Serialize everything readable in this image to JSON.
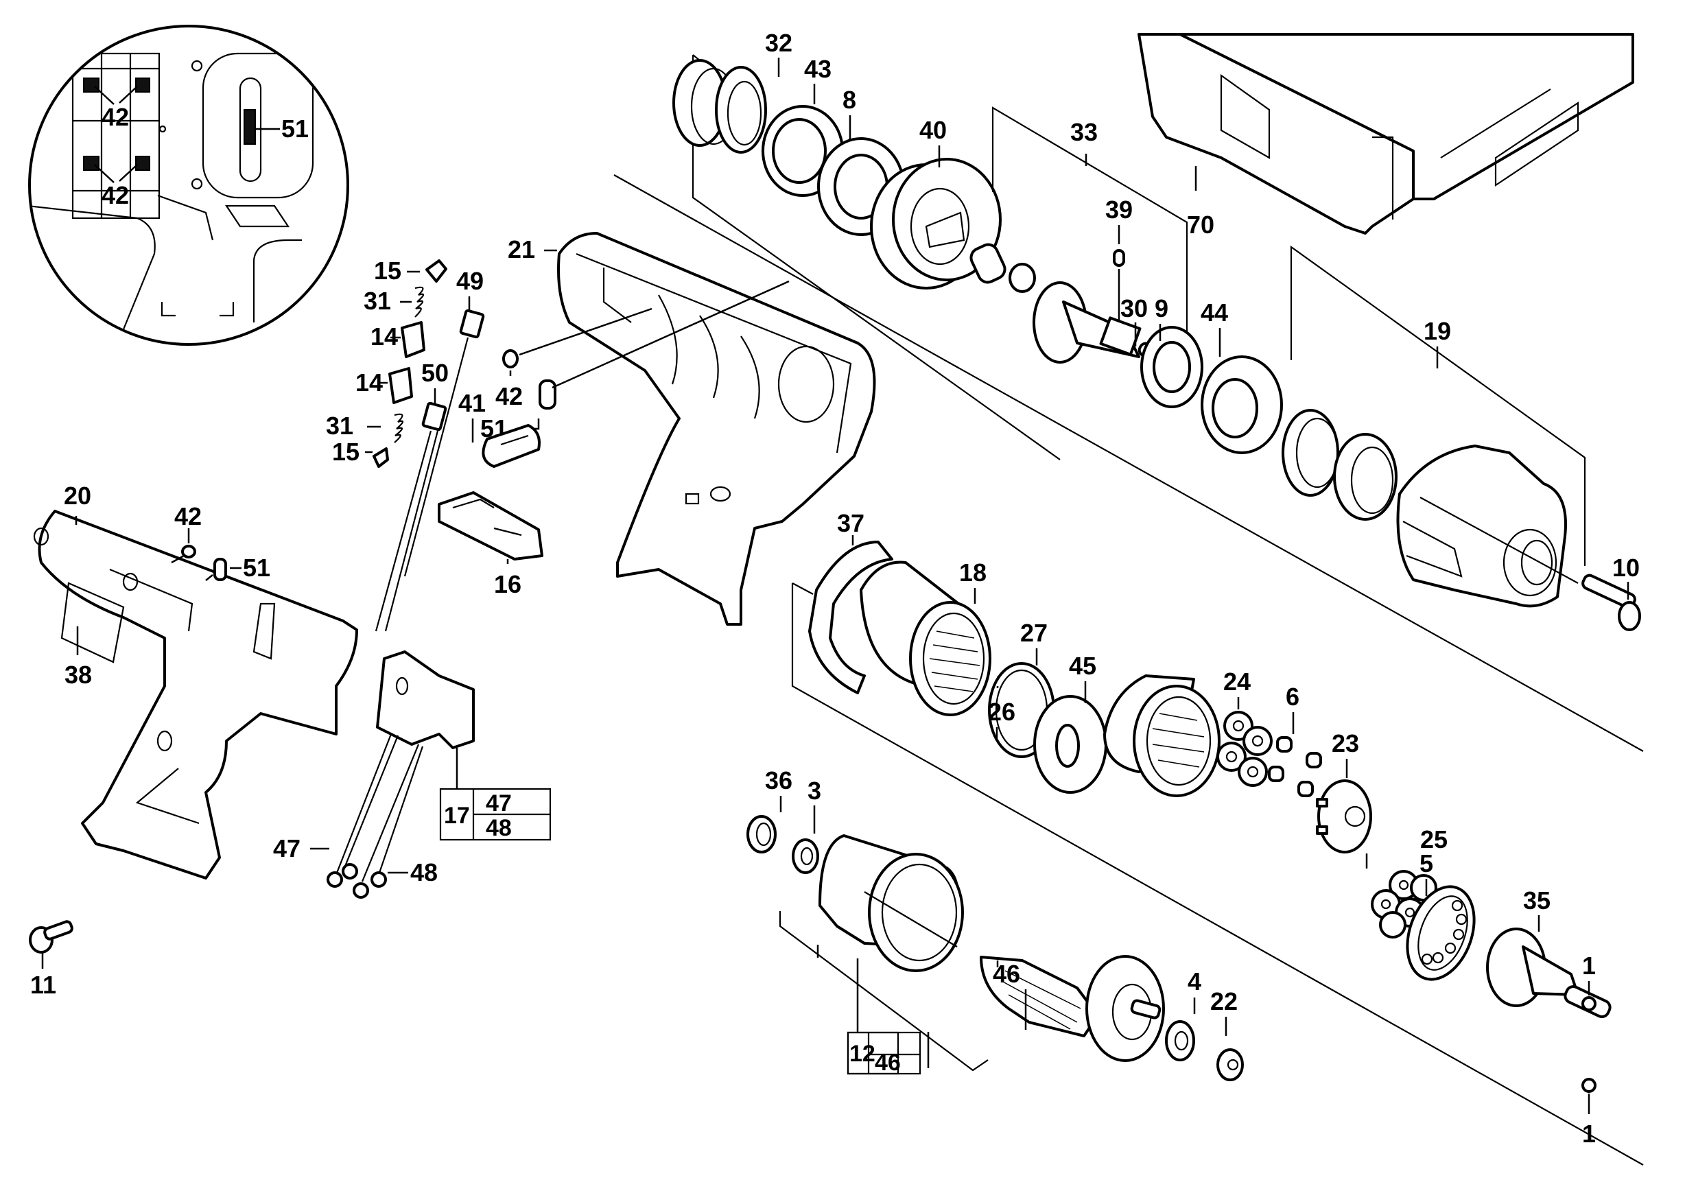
{
  "diagram": {
    "type": "exploded-parts-diagram",
    "subject": "cordless impact wrench",
    "labels": {
      "inset_42_top": "42",
      "inset_42_bottom": "42",
      "inset_51": "51",
      "p32": "32",
      "p43": "43",
      "p8": "8",
      "p40": "40",
      "p33": "33",
      "p39": "39",
      "p30": "30",
      "p9": "9",
      "p44": "44",
      "p19": "19",
      "p10": "10",
      "p70": "70",
      "p21": "21",
      "p15a": "15",
      "p31a": "31",
      "p14a": "14",
      "p49": "49",
      "p42a": "42",
      "p51a": "51",
      "p14b": "14",
      "p50": "50",
      "p41": "41",
      "p31b": "31",
      "p15b": "15",
      "p20": "20",
      "p42b": "42",
      "p51b": "51",
      "p16": "16",
      "p37": "37",
      "p18": "18",
      "p27": "27",
      "p45": "45",
      "p26": "26",
      "p38": "38",
      "p24": "24",
      "p6": "6",
      "p23": "23",
      "p36": "36",
      "p3": "3",
      "p25": "25",
      "p5": "5",
      "p35": "35",
      "p1a": "1",
      "p1b": "1",
      "p47": "47",
      "p48": "48",
      "p11": "11",
      "p46": "46",
      "p4": "4",
      "p22": "22"
    },
    "kit_boxes": [
      {
        "main": "17",
        "sub_top": "47",
        "sub_bottom": "48"
      },
      {
        "main": "12",
        "sub_top": "",
        "sub_bottom": "46"
      }
    ]
  }
}
